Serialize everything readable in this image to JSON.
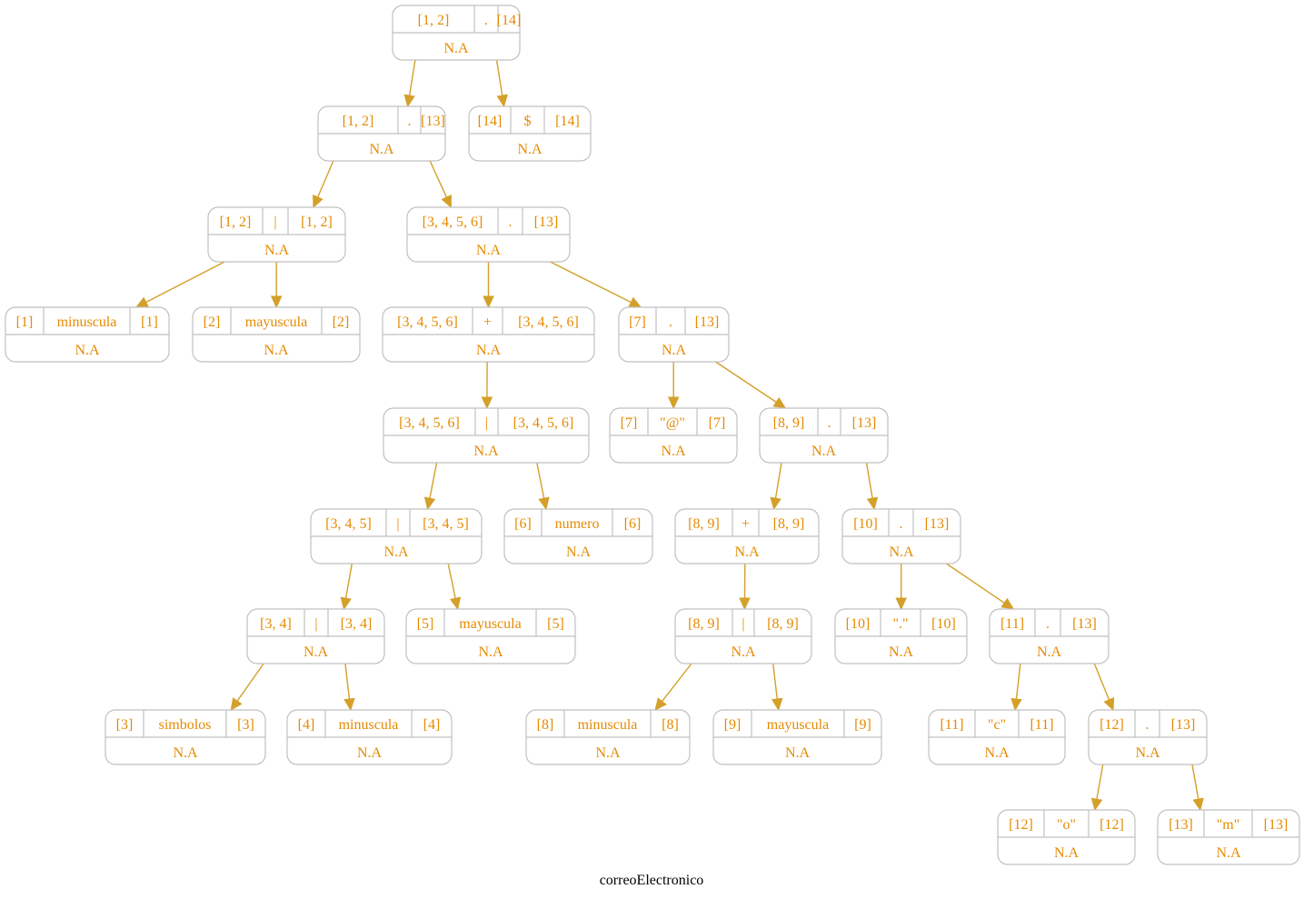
{
  "caption": "correoElectronico",
  "colors": {
    "text": "#e58a00",
    "edge": "#d4a02a",
    "border": "#c0c0c0"
  },
  "nodes": [
    {
      "id": "n1",
      "first": "[1, 2]",
      "symbol": ".",
      "last": "[14]",
      "nullable": "N.A"
    },
    {
      "id": "n2",
      "first": "[1, 2]",
      "symbol": ".",
      "last": "[13]",
      "nullable": "N.A"
    },
    {
      "id": "n3",
      "first": "[14]",
      "symbol": "$",
      "last": "[14]",
      "nullable": "N.A"
    },
    {
      "id": "n4",
      "first": "[1, 2]",
      "symbol": "|",
      "last": "[1, 2]",
      "nullable": "N.A"
    },
    {
      "id": "n5",
      "first": "[3, 4, 5, 6]",
      "symbol": ".",
      "last": "[13]",
      "nullable": "N.A"
    },
    {
      "id": "n6",
      "first": "[1]",
      "symbol": "minuscula",
      "last": "[1]",
      "nullable": "N.A"
    },
    {
      "id": "n7",
      "first": "[2]",
      "symbol": "mayuscula",
      "last": "[2]",
      "nullable": "N.A"
    },
    {
      "id": "n8",
      "first": "[3, 4, 5, 6]",
      "symbol": "+",
      "last": "[3, 4, 5, 6]",
      "nullable": "N.A"
    },
    {
      "id": "n9",
      "first": "[7]",
      "symbol": ".",
      "last": "[13]",
      "nullable": "N.A"
    },
    {
      "id": "n10",
      "first": "[3, 4, 5, 6]",
      "symbol": "|",
      "last": "[3, 4, 5, 6]",
      "nullable": "N.A"
    },
    {
      "id": "n11",
      "first": "[7]",
      "symbol": "\"@\"",
      "last": "[7]",
      "nullable": "N.A"
    },
    {
      "id": "n12",
      "first": "[8, 9]",
      "symbol": ".",
      "last": "[13]",
      "nullable": "N.A"
    },
    {
      "id": "n13",
      "first": "[3, 4, 5]",
      "symbol": "|",
      "last": "[3, 4, 5]",
      "nullable": "N.A"
    },
    {
      "id": "n14",
      "first": "[6]",
      "symbol": "numero",
      "last": "[6]",
      "nullable": "N.A"
    },
    {
      "id": "n15",
      "first": "[8, 9]",
      "symbol": "+",
      "last": "[8, 9]",
      "nullable": "N.A"
    },
    {
      "id": "n16",
      "first": "[10]",
      "symbol": ".",
      "last": "[13]",
      "nullable": "N.A"
    },
    {
      "id": "n17",
      "first": "[3, 4]",
      "symbol": "|",
      "last": "[3, 4]",
      "nullable": "N.A"
    },
    {
      "id": "n18",
      "first": "[5]",
      "symbol": "mayuscula",
      "last": "[5]",
      "nullable": "N.A"
    },
    {
      "id": "n19",
      "first": "[8, 9]",
      "symbol": "|",
      "last": "[8, 9]",
      "nullable": "N.A"
    },
    {
      "id": "n20",
      "first": "[10]",
      "symbol": "\".\"",
      "last": "[10]",
      "nullable": "N.A"
    },
    {
      "id": "n21",
      "first": "[11]",
      "symbol": ".",
      "last": "[13]",
      "nullable": "N.A"
    },
    {
      "id": "n22",
      "first": "[3]",
      "symbol": "simbolos",
      "last": "[3]",
      "nullable": "N.A"
    },
    {
      "id": "n23",
      "first": "[4]",
      "symbol": "minuscula",
      "last": "[4]",
      "nullable": "N.A"
    },
    {
      "id": "n24",
      "first": "[8]",
      "symbol": "minuscula",
      "last": "[8]",
      "nullable": "N.A"
    },
    {
      "id": "n25",
      "first": "[9]",
      "symbol": "mayuscula",
      "last": "[9]",
      "nullable": "N.A"
    },
    {
      "id": "n26",
      "first": "[11]",
      "symbol": "\"c\"",
      "last": "[11]",
      "nullable": "N.A"
    },
    {
      "id": "n27",
      "first": "[12]",
      "symbol": ".",
      "last": "[13]",
      "nullable": "N.A"
    },
    {
      "id": "n28",
      "first": "[12]",
      "symbol": "\"o\"",
      "last": "[12]",
      "nullable": "N.A"
    },
    {
      "id": "n29",
      "first": "[13]",
      "symbol": "\"m\"",
      "last": "[13]",
      "nullable": "N.A"
    }
  ],
  "edges": [
    [
      "n1",
      "n2"
    ],
    [
      "n1",
      "n3"
    ],
    [
      "n2",
      "n4"
    ],
    [
      "n2",
      "n5"
    ],
    [
      "n4",
      "n6"
    ],
    [
      "n4",
      "n7"
    ],
    [
      "n5",
      "n8"
    ],
    [
      "n5",
      "n9"
    ],
    [
      "n8",
      "n10"
    ],
    [
      "n9",
      "n11"
    ],
    [
      "n9",
      "n12"
    ],
    [
      "n10",
      "n13"
    ],
    [
      "n10",
      "n14"
    ],
    [
      "n12",
      "n15"
    ],
    [
      "n12",
      "n16"
    ],
    [
      "n13",
      "n17"
    ],
    [
      "n13",
      "n18"
    ],
    [
      "n15",
      "n19"
    ],
    [
      "n16",
      "n20"
    ],
    [
      "n16",
      "n21"
    ],
    [
      "n17",
      "n22"
    ],
    [
      "n17",
      "n23"
    ],
    [
      "n19",
      "n24"
    ],
    [
      "n19",
      "n25"
    ],
    [
      "n21",
      "n26"
    ],
    [
      "n21",
      "n27"
    ],
    [
      "n27",
      "n28"
    ],
    [
      "n27",
      "n29"
    ]
  ]
}
